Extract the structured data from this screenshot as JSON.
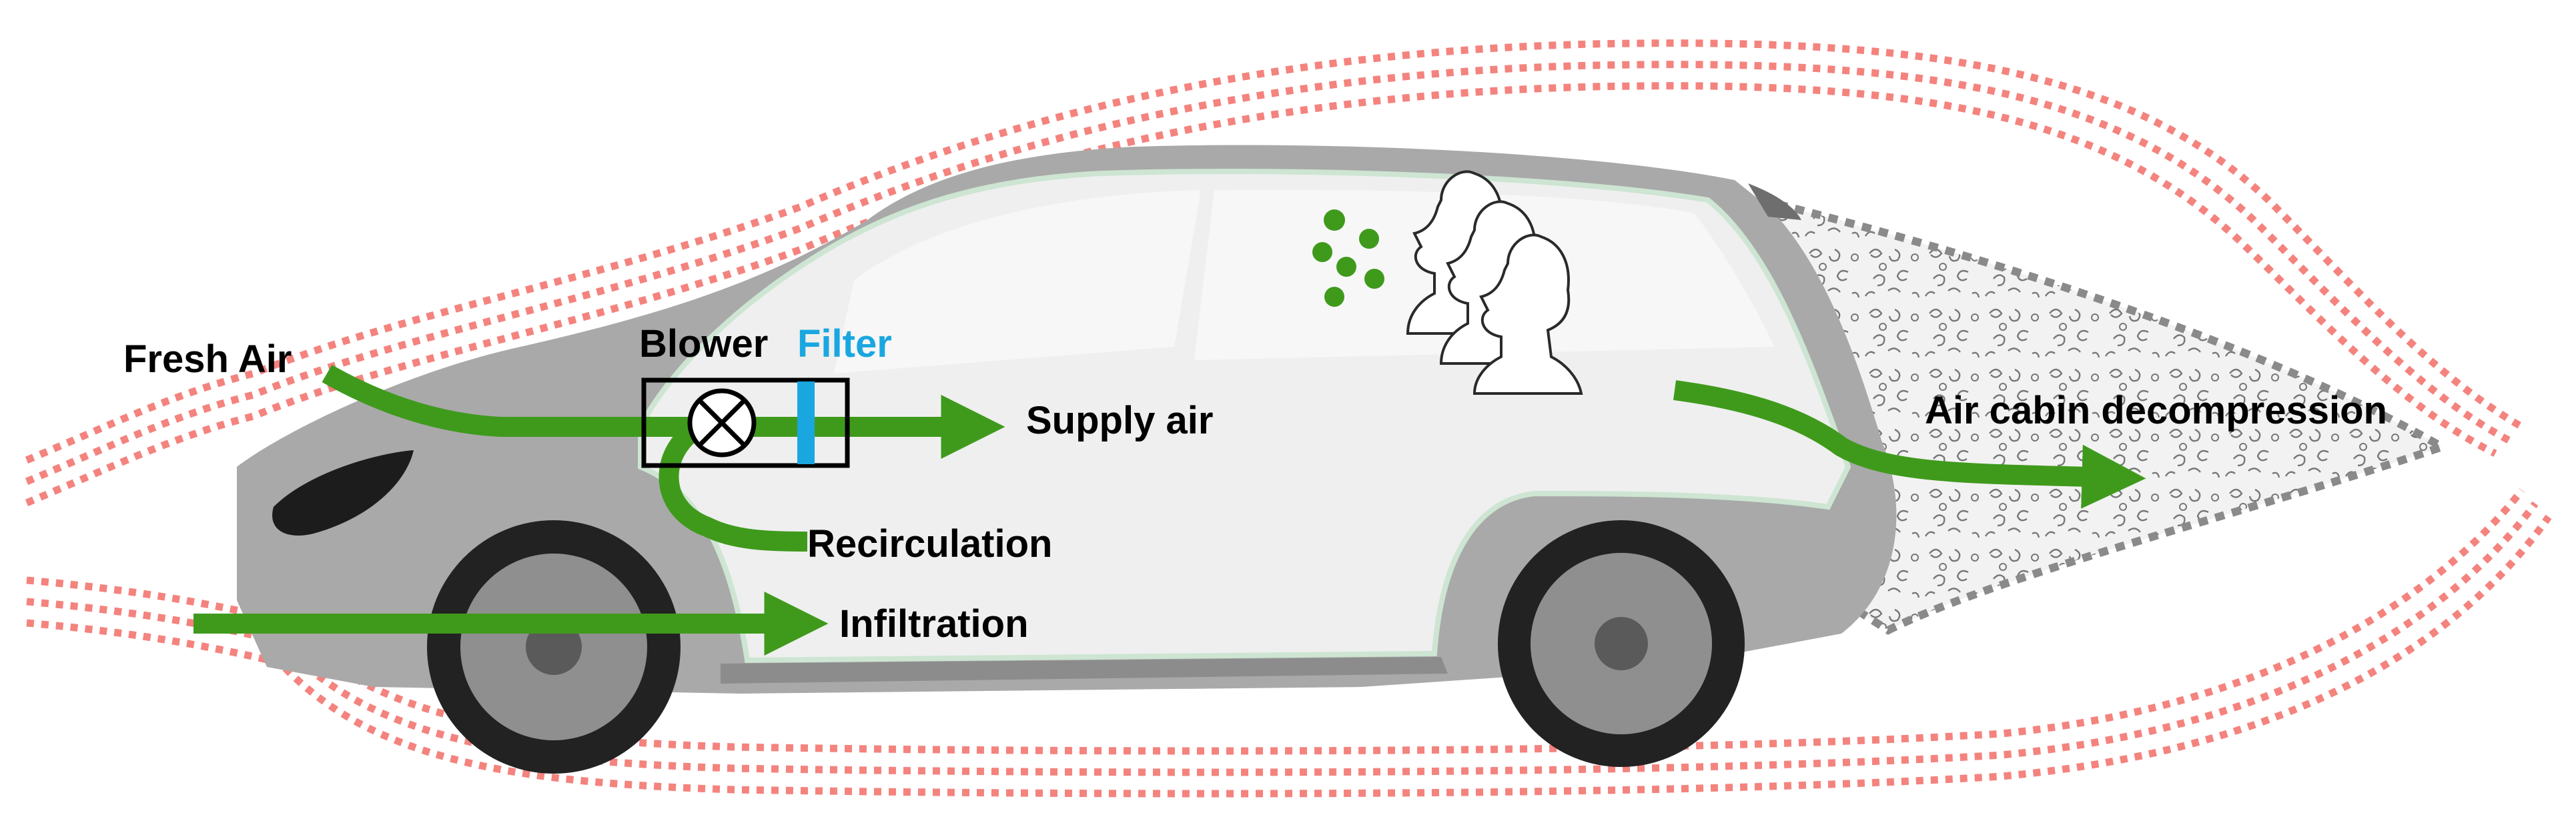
{
  "labels": {
    "fresh_air": "Fresh Air",
    "blower": "Blower",
    "filter": "Filter",
    "supply_air": "Supply air",
    "recirculation": "Recirculation",
    "infiltration": "Infiltration",
    "air_cabin_decompression": "Air cabin decompression"
  },
  "colors": {
    "flow_arrow": "#3f9a1c",
    "filter": "#1aa7e0",
    "airflow_dots": "#f4837e",
    "car_body": "#a9a9a9",
    "cabin_interior": "#efefef",
    "wheel_tire": "#222222",
    "wheel_rim": "#8f8f8f",
    "aerosol_particles": "#3f9a1c"
  },
  "icons": {
    "blower": "circle-x-icon",
    "occupants": "head-silhouette-icon",
    "wake": "turbulent-wake-icon"
  }
}
